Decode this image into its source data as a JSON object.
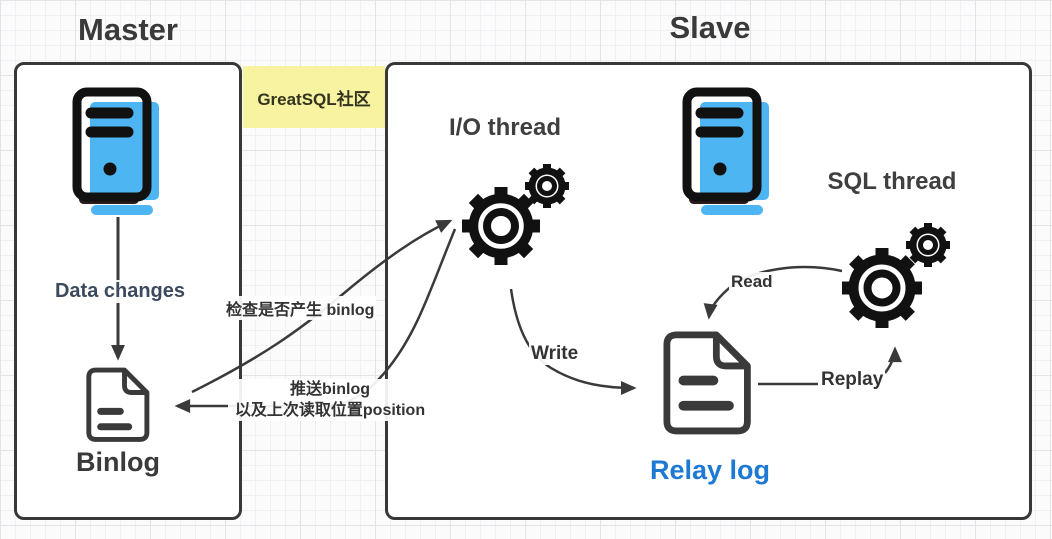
{
  "diagram": {
    "master": {
      "title": "Master",
      "data_changes_label": "Data changes",
      "binlog_label": "Binlog"
    },
    "slave": {
      "title": "Slave",
      "io_thread_label": "I/O thread",
      "sql_thread_label": "SQL thread",
      "relay_log_label": "Relay log"
    },
    "badge": {
      "label": "GreatSQL社区"
    },
    "edges": {
      "check_binlog": "检查是否产生 binlog",
      "push_binlog_line1": "推送binlog",
      "push_binlog_line2": "以及上次读取位置position",
      "write": "Write",
      "read": "Read",
      "replay": "Replay"
    },
    "icons": {
      "master_server": "server-icon",
      "slave_server": "server-icon",
      "io_thread": "gear-icon",
      "sql_thread": "gear-icon",
      "binlog_file": "document-icon",
      "relay_log_file": "document-icon"
    },
    "colors": {
      "accent_blue": "#4db5f2",
      "relay_text_blue": "#1d79d4",
      "badge_yellow": "#f7f3a0",
      "stroke_dark": "#3a3a3a",
      "icon_black": "#111111"
    }
  }
}
